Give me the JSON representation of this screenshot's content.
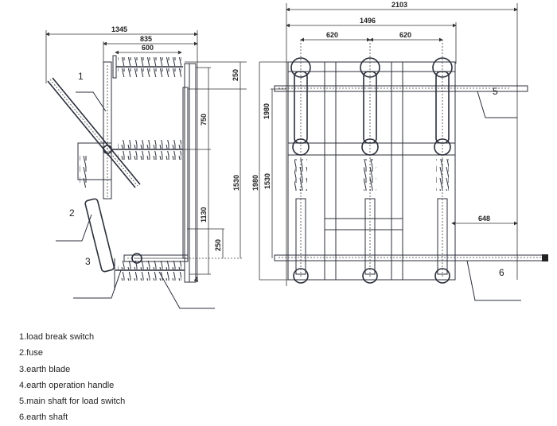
{
  "side_view": {
    "dimensions": {
      "d1345": "1345",
      "d835": "835",
      "d600": "600",
      "d250_top": "250",
      "d750": "750",
      "d1530": "1530",
      "d1130": "1130",
      "d250_bottom": "250",
      "d1980": "1980"
    },
    "callouts": {
      "c1": "1",
      "c2": "2",
      "c3": "3",
      "c4": "4"
    }
  },
  "front_view": {
    "dimensions": {
      "d2103": "2103",
      "d1496": "1496",
      "d620_left": "620",
      "d620_right": "620",
      "d648": "648",
      "d1980": "1980",
      "d1530": "1530"
    },
    "callouts": {
      "c5": "5",
      "c6": "6"
    }
  },
  "legend": [
    "1.load break switch",
    "2.fuse",
    "3.earth blade",
    "4.earth operation handle",
    "5.main shaft for load switch",
    "6.earth shaft"
  ]
}
